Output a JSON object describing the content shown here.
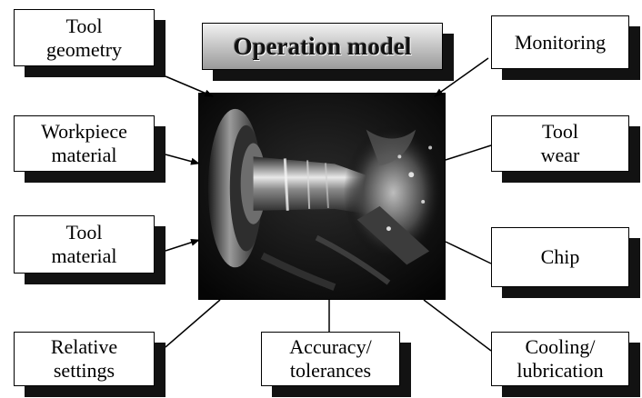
{
  "title": {
    "text": "Operation model"
  },
  "boxes": {
    "tool_geometry": [
      "Tool",
      "geometry"
    ],
    "monitoring": [
      "Monitoring"
    ],
    "workpiece_material": [
      "Workpiece",
      "material"
    ],
    "tool_wear": [
      "Tool",
      "wear"
    ],
    "tool_material": [
      "Tool",
      "material"
    ],
    "chip": [
      "Chip"
    ],
    "relative_settings": [
      "Relative",
      "settings"
    ],
    "accuracy_tolerances": [
      "Accuracy/",
      "tolerances"
    ],
    "cooling_lubrication": [
      "Cooling/",
      "lubrication"
    ]
  }
}
